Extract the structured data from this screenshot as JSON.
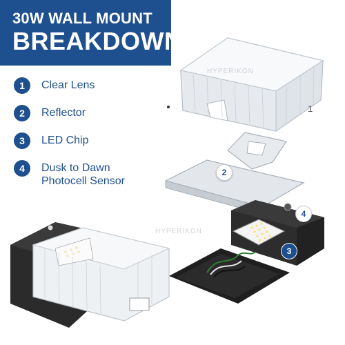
{
  "banner": {
    "line1": "30W WALL MOUNT",
    "line2": "BREAKDOWN"
  },
  "legend": [
    {
      "num": "1",
      "label": "Clear Lens"
    },
    {
      "num": "2",
      "label": "Reflector"
    },
    {
      "num": "3",
      "label": "LED Chip"
    },
    {
      "num": "4",
      "label": "Dusk to Dawn Photocell Sensor"
    }
  ],
  "callouts": {
    "c1": "1",
    "c2": "2",
    "c3": "3",
    "c4": "4"
  },
  "watermark": "HYPERIKON",
  "colors": {
    "brand_blue": "#1e4f8f",
    "housing": "#2b2b2b"
  }
}
